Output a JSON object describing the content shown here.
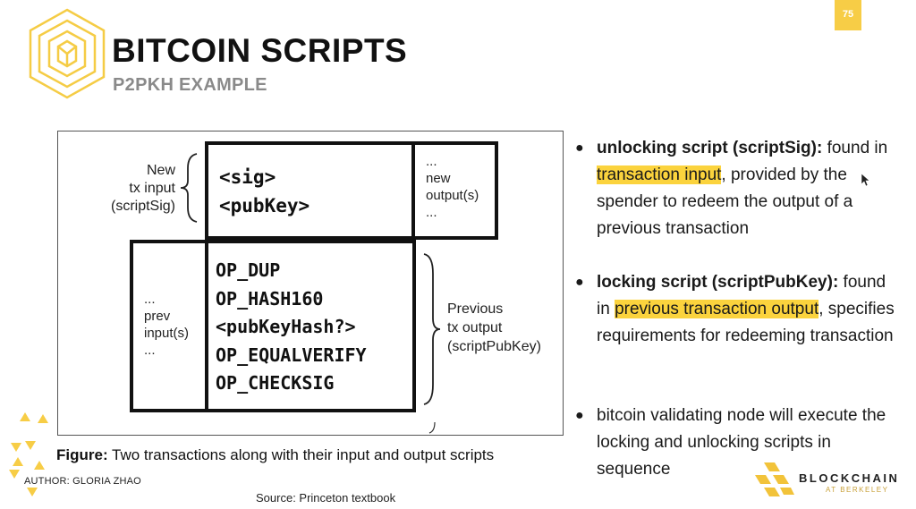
{
  "page_number": "75",
  "title": "BITCOIN SCRIPTS",
  "subtitle": "P2PKH EXAMPLE",
  "figure": {
    "new_input_label": [
      "New",
      "tx input",
      "(scriptSig)"
    ],
    "script_sig_lines": [
      "<sig>",
      "<pubKey>"
    ],
    "new_outputs_lines": [
      "...",
      "new",
      "output(s)",
      "..."
    ],
    "prev_inputs_lines": [
      "...",
      "prev",
      "input(s)",
      "..."
    ],
    "script_pubkey_lines": [
      "OP_DUP",
      "OP_HASH160",
      "<pubKeyHash?>",
      "OP_EQUALVERIFY",
      "OP_CHECKSIG"
    ],
    "prev_output_label": [
      "Previous",
      "tx output",
      "(scriptPubKey)"
    ]
  },
  "caption": {
    "bold": "Figure:",
    "text": " Two transactions along with their input and output scripts"
  },
  "source": "Source: Princeton textbook",
  "author": "AUTHOR: GLORIA ZHAO",
  "bullets": [
    {
      "bold": "unlocking script (scriptSig):",
      "pre": " found in ",
      "highlight": "transaction input",
      "post": ", provided by the spender to redeem the output of a previous transaction"
    },
    {
      "bold": "locking script (scriptPubKey):",
      "pre": " found in ",
      "highlight": "previous transaction output",
      "post": ", specifies requirements for redeeming transaction"
    },
    {
      "text": "bitcoin validating node will execute the locking and unlocking scripts in sequence"
    }
  ],
  "brand": {
    "name": "BLOCKCHAIN",
    "sub": "AT BERKELEY"
  },
  "colors": {
    "accent": "#f7cd46",
    "highlight": "#fbd33d"
  }
}
